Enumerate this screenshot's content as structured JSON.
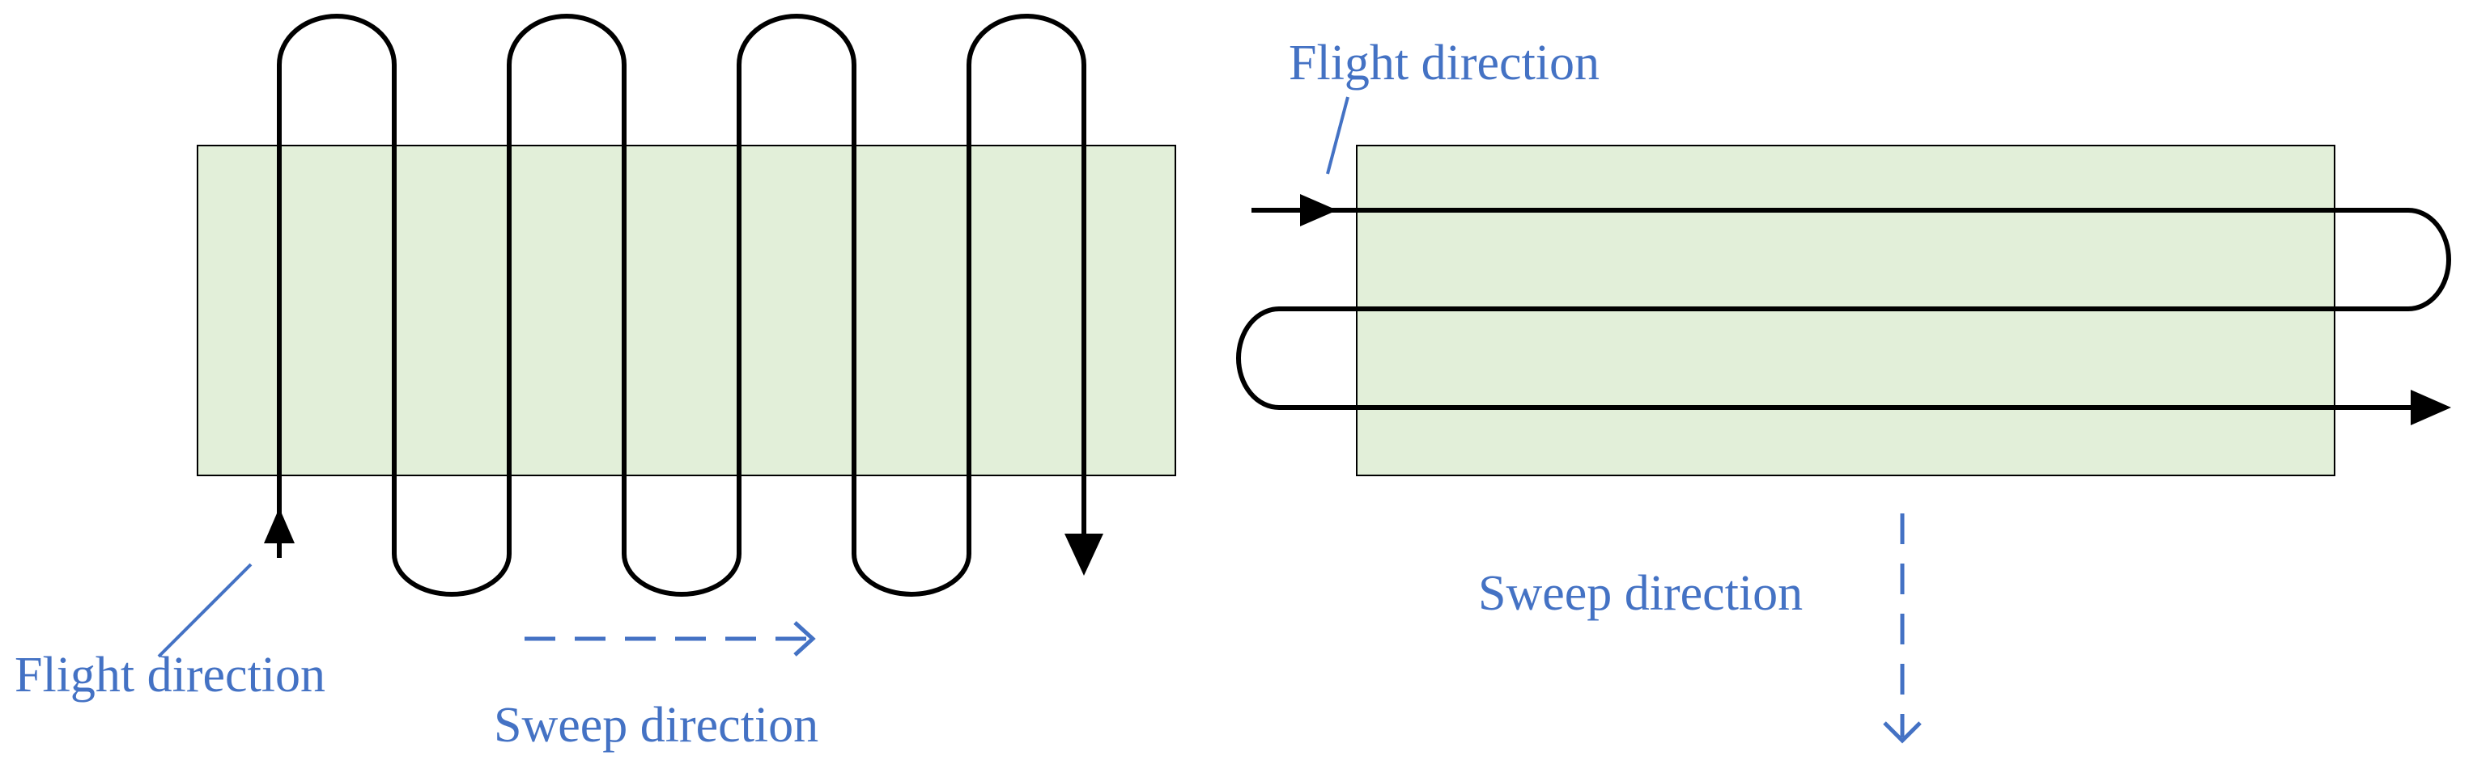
{
  "colors": {
    "area_fill": "#e2efd9",
    "area_stroke": "#000000",
    "path_stroke": "#000000",
    "annotation": "#4472c4"
  },
  "left_panel": {
    "flight_label": "Flight direction",
    "sweep_label": "Sweep direction",
    "flight_arrow": "up",
    "sweep_arrow": "right"
  },
  "right_panel": {
    "flight_label": "Flight direction",
    "sweep_label": "Sweep direction",
    "flight_arrow": "right",
    "sweep_arrow": "down"
  }
}
